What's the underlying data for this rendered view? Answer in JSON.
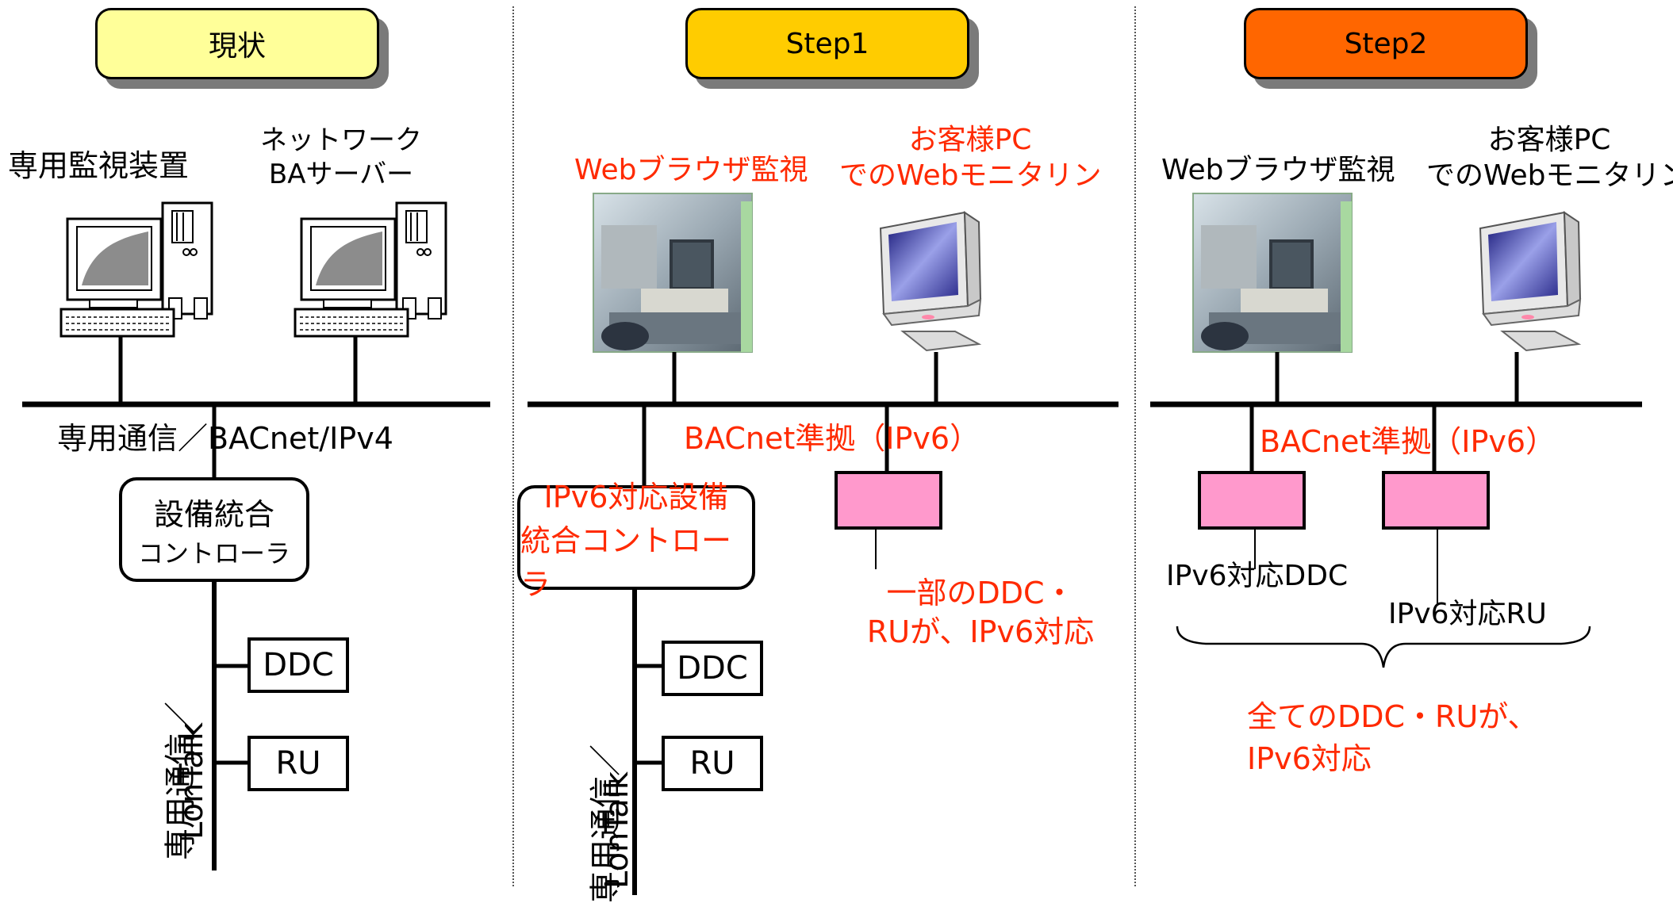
{
  "colors": {
    "header_current": "#ffff99",
    "header_step1": "#ffcc00",
    "header_step2": "#ff6600",
    "accent_red": "#ff2a00",
    "pink_device": "#ff99cc"
  },
  "panels": {
    "current": {
      "header": "現状",
      "device_labels": [
        "専用監視装置",
        "ネットワーク",
        "BAサーバー"
      ],
      "network_label": "専用通信／BACnet/IPv4",
      "controller": [
        "設備統合",
        "コントローラ"
      ],
      "sub_bus_label": [
        "専用通信／",
        "LonTalk"
      ],
      "ddc": "DDC",
      "ru": "RU"
    },
    "step1": {
      "header": "Step1",
      "web_monitor": "Webブラウザ監視",
      "customer_pc": [
        "お客様PC",
        "でのWebモニタリン"
      ],
      "network_label": "BACnet準拠（IPv6）",
      "controller": [
        "IPv6対応設備",
        "統合コントローラ"
      ],
      "note": [
        "一部のDDC・",
        "RUが、IPv6対応"
      ],
      "sub_bus_label": [
        "専用通信／",
        "LonTalk"
      ],
      "ddc": "DDC",
      "ru": "RU"
    },
    "step2": {
      "header": "Step2",
      "web_monitor": "Webブラウザ監視",
      "customer_pc": [
        "お客様PC",
        "でのWebモニタリン"
      ],
      "network_label": "BACnet準拠（IPv6）",
      "ddc_label": "IPv6対応DDC",
      "ru_label": "IPv6対応RU",
      "note": [
        "全てのDDC・RUが、",
        "IPv6対応"
      ]
    }
  }
}
